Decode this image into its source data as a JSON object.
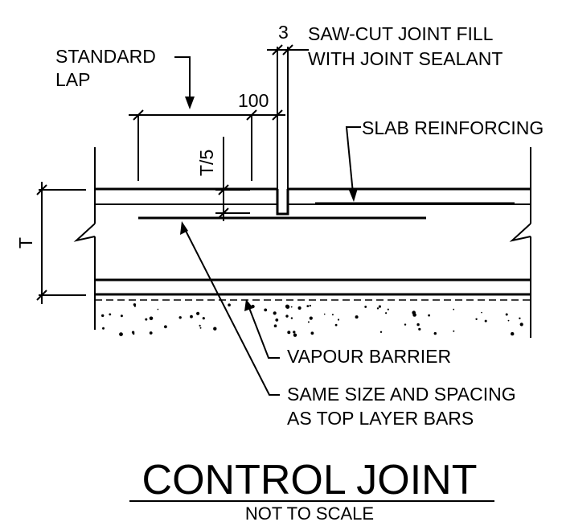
{
  "labels": {
    "standard_lap_line1": "STANDARD",
    "standard_lap_line2": "LAP",
    "saw_cut_width": "3",
    "saw_cut_line1": "SAW-CUT JOINT FILL",
    "saw_cut_line2": "WITH JOINT SEALANT",
    "lap_dimension": "100",
    "slab_reinforcing": "SLAB REINFORCING",
    "top_cover": "T/5",
    "thickness": "T",
    "vapour_barrier": "VAPOUR BARRIER",
    "bottom_bars_line1": "SAME SIZE AND SPACING",
    "bottom_bars_line2": "AS TOP LAYER BARS"
  },
  "title": {
    "main": "CONTROL JOINT",
    "sub": "NOT TO SCALE"
  }
}
